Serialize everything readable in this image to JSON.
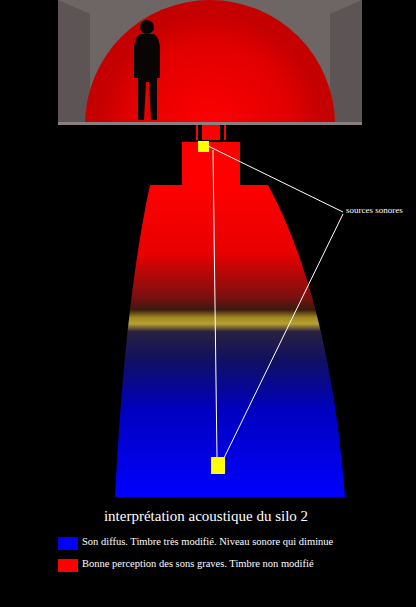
{
  "diagram": {
    "title": "interprétation acoustique du silo 2",
    "labels": [
      "sources sonores"
    ],
    "legend": [
      {
        "text": "Son diffus. Timbre très modifié. Niveau sonore qui diminue",
        "color": "#0000ff"
      },
      {
        "text": "Bonne perception des sons graves. Timbre non modifié",
        "color": "#ff0000"
      }
    ]
  }
}
